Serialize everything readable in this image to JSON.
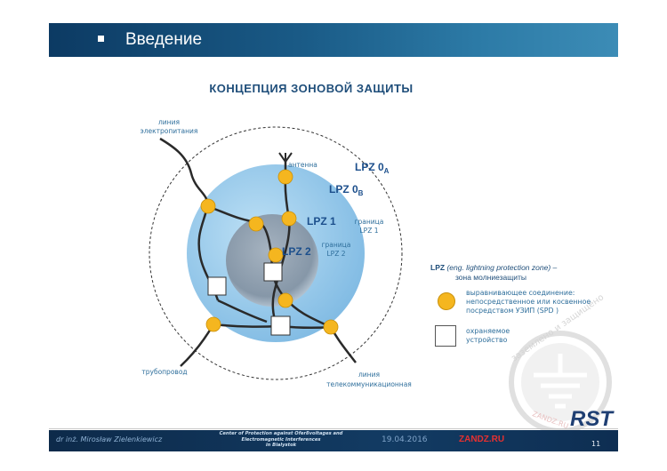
{
  "header": {
    "title": "Введение"
  },
  "subtitle": "КОНЦЕПЦИЯ ЗОНОВОЙ ЗАЩИТЫ",
  "diagram": {
    "power_line": [
      "линия",
      "электропитания"
    ],
    "antenna": "антенна",
    "zone0a": "LPZ 0",
    "zone0a_sub": "A",
    "zone0b": "LPZ 0",
    "zone0b_sub": "B",
    "zone1": "LPZ 1",
    "zone2": "LPZ 2",
    "border1": [
      "граница",
      "LPZ 1"
    ],
    "border2": [
      "граница",
      "LPZ 2"
    ],
    "pipeline": "трубопровод",
    "telecom_line": [
      "линия",
      "телекоммуникационная"
    ]
  },
  "legend": {
    "term": "LPZ",
    "eng": "(eng. lightning protection zone)",
    "dash": " –",
    "meaning": "зона молниезащиты",
    "bonding": "выравнивающее соединение: непосредственное или косвенное посредством УЗИП (SPD )",
    "device": "охраняемое устройство"
  },
  "watermark": {
    "top_text": "заземлено и защищено",
    "bottom_text": "ZANDZ.RU",
    "brand": "RST"
  },
  "footer": {
    "author": "dr inż. Mirosław Zielenkiewicz",
    "center": [
      "Center of Protection against Ofer8voltages and",
      "Electromagnetic Interferences",
      "in Bialystok"
    ],
    "date": "19.04.2016",
    "site": "ZANDZ.RU",
    "page": "11"
  },
  "colors": {
    "header_dark": "#0c3a63",
    "zone1_blue": "#8fc3e6",
    "zone2_gray": "#8a99a8",
    "bonding_orange": "#f5b61f",
    "footer_red": "#e63030"
  }
}
